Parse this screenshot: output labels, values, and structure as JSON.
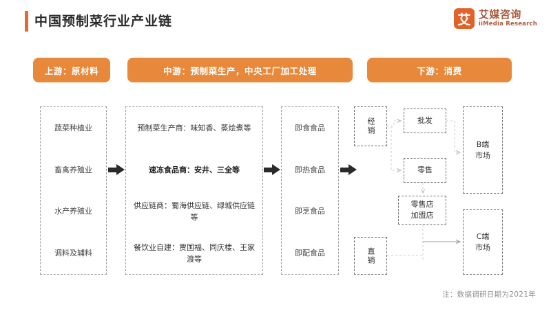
{
  "header": {
    "title": "中国预制菜行业产业链",
    "accent_color": "#E8672B",
    "logo": {
      "mark": "艾",
      "name_cn": "艾媒咨询",
      "name_en": "iiMedia Research",
      "color": "#A85B3E"
    }
  },
  "stage_headers": {
    "color": "#E8883A",
    "upstream": "上游：原材料",
    "midstream": "中游：预制菜生产，中央工厂加工处理",
    "downstream": "下游：消费"
  },
  "upstream": {
    "items": [
      "蔬菜种植业",
      "畜禽养殖业",
      "水产养殖业",
      "调料及辅料"
    ]
  },
  "midstream": {
    "items": [
      "预制菜生产商：味知香、蒸烩煮等",
      "速冻食品商：安井、三全等",
      "供应链商：蜀海供应链、绿城供应链等",
      "餐饮业自建：贾国福、同庆楼、王家渡等"
    ]
  },
  "products": {
    "items": [
      "即食食品",
      "即热食品",
      "即烹食品",
      "即配食品"
    ]
  },
  "downstream": {
    "channels": {
      "distribution": "经销",
      "wholesale": "批发",
      "retail": "零售",
      "franchise": "零售店\n加盟店",
      "franchise_line1": "零售店",
      "franchise_line2": "加盟店",
      "direct": "直销"
    },
    "markets": {
      "b_line1": "B端",
      "b_line2": "市场",
      "c_line1": "C端",
      "c_line2": "市场"
    }
  },
  "footer": {
    "note": "注：数据调研日期为2021年"
  }
}
